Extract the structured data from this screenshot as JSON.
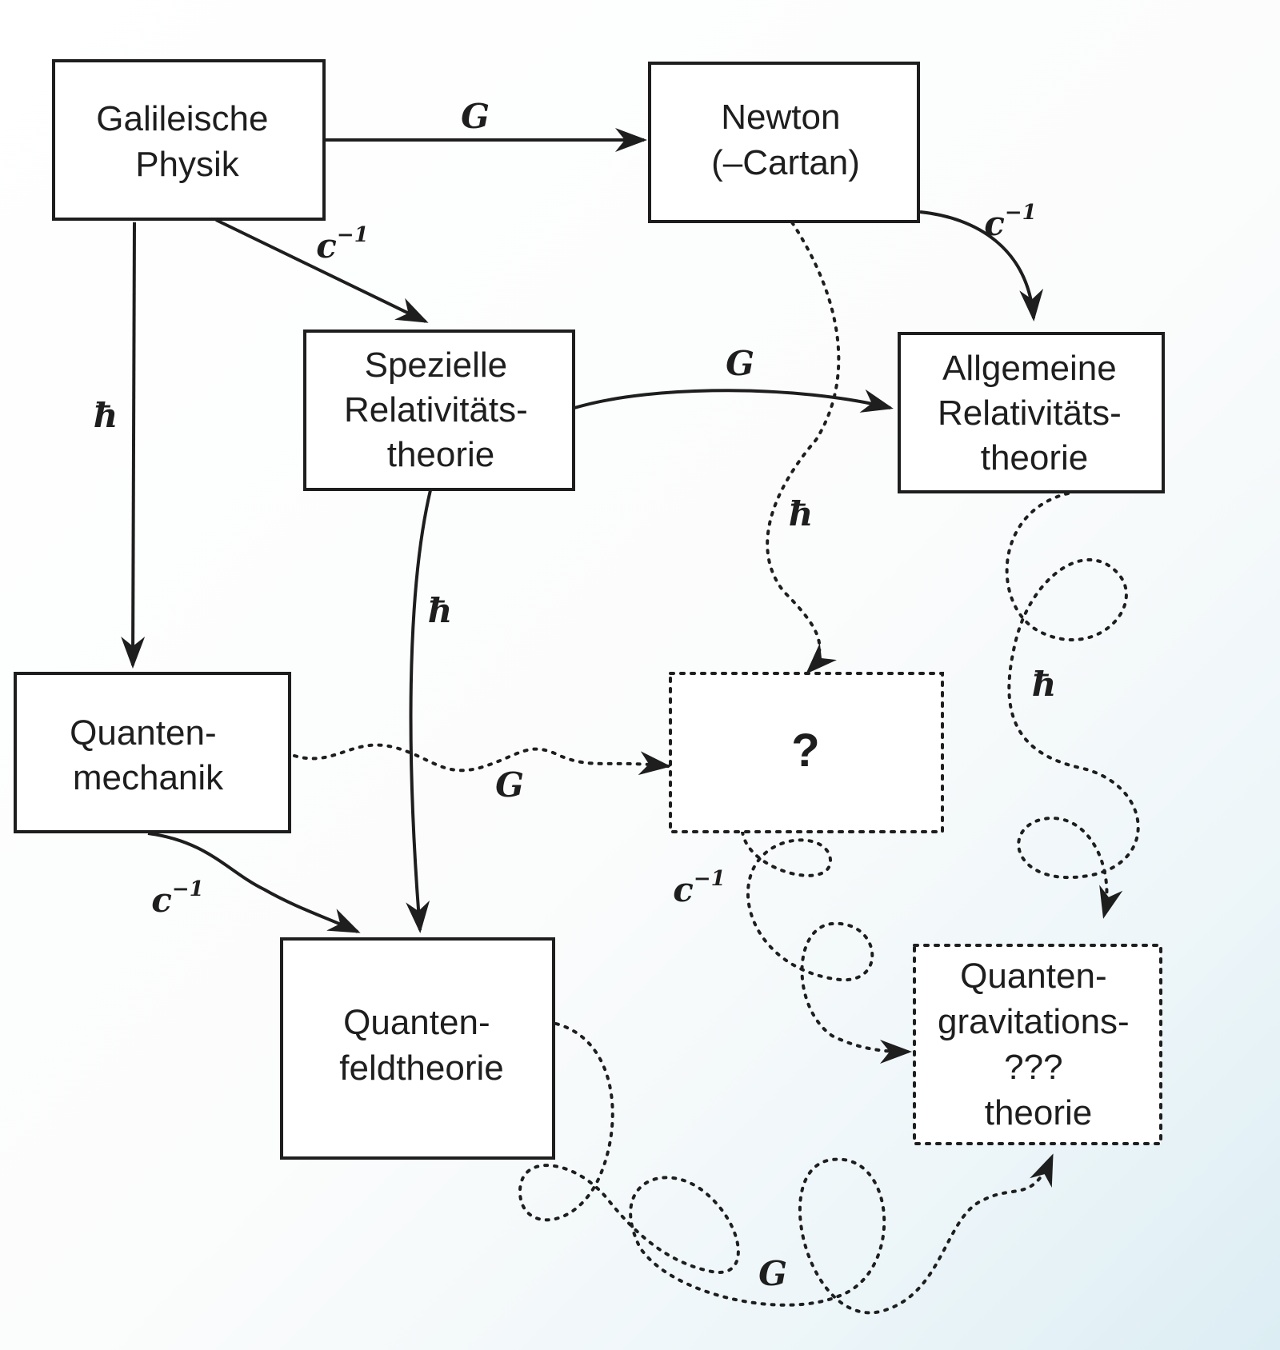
{
  "nodes": {
    "galileische_physik": {
      "lines": [
        "Galileische",
        "Physik"
      ]
    },
    "newton": {
      "lines": [
        "Newton",
        "(–Cartan)"
      ]
    },
    "spezielle_rt": {
      "lines": [
        "Spezielle",
        "Relativitäts-",
        "theorie"
      ]
    },
    "allgemeine_rt": {
      "lines": [
        "Allgemeine",
        "Relativitäts-",
        "theorie"
      ]
    },
    "quantenmechanik": {
      "lines": [
        "Quanten-",
        "mechanik"
      ]
    },
    "unknown": {
      "lines": [
        "?"
      ]
    },
    "quantenfeldtheorie": {
      "lines": [
        "Quanten-",
        "feldtheorie"
      ]
    },
    "quantengravitation": {
      "lines": [
        "Quanten-",
        "gravitations-",
        "???",
        "theorie"
      ]
    }
  },
  "edge_labels": {
    "gp_to_newton": "G",
    "gp_to_srt_base": "c",
    "gp_to_srt_sup": "−1",
    "gp_to_qm": "ħ",
    "newton_to_art_base": "c",
    "newton_to_art_sup": "−1",
    "newton_to_unknown": "ħ",
    "srt_to_art": "G",
    "srt_to_qft": "ħ",
    "art_to_qg": "ħ",
    "qm_to_unknown": "G",
    "qm_to_qft_base": "c",
    "qm_to_qft_sup": "−1",
    "unknown_to_qg_base": "c",
    "unknown_to_qg_sup": "−1",
    "qft_to_qg": "G"
  }
}
